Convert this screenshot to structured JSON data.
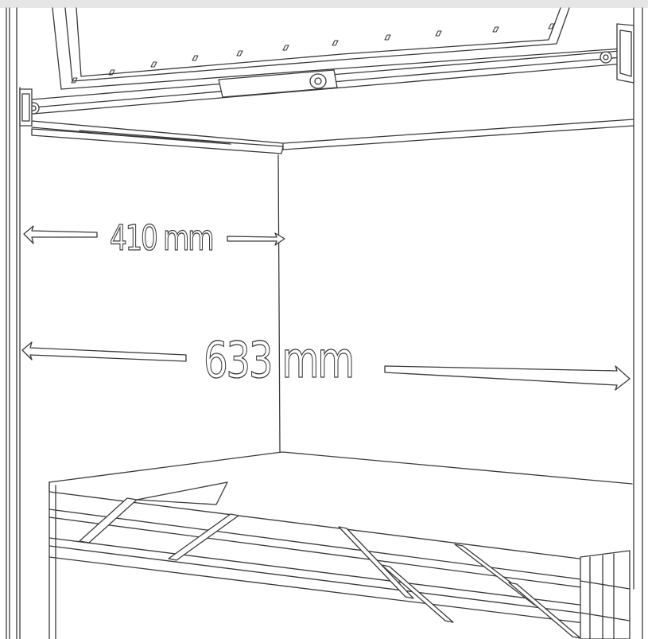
{
  "diagram": {
    "dimensions": [
      {
        "id": "width-410",
        "label": "410 mm"
      },
      {
        "id": "width-633",
        "label": "633 mm"
      }
    ],
    "colors": {
      "line": "#3a3a3a",
      "fill": "#ffffff",
      "top_bar": "#e6e6e6"
    }
  }
}
